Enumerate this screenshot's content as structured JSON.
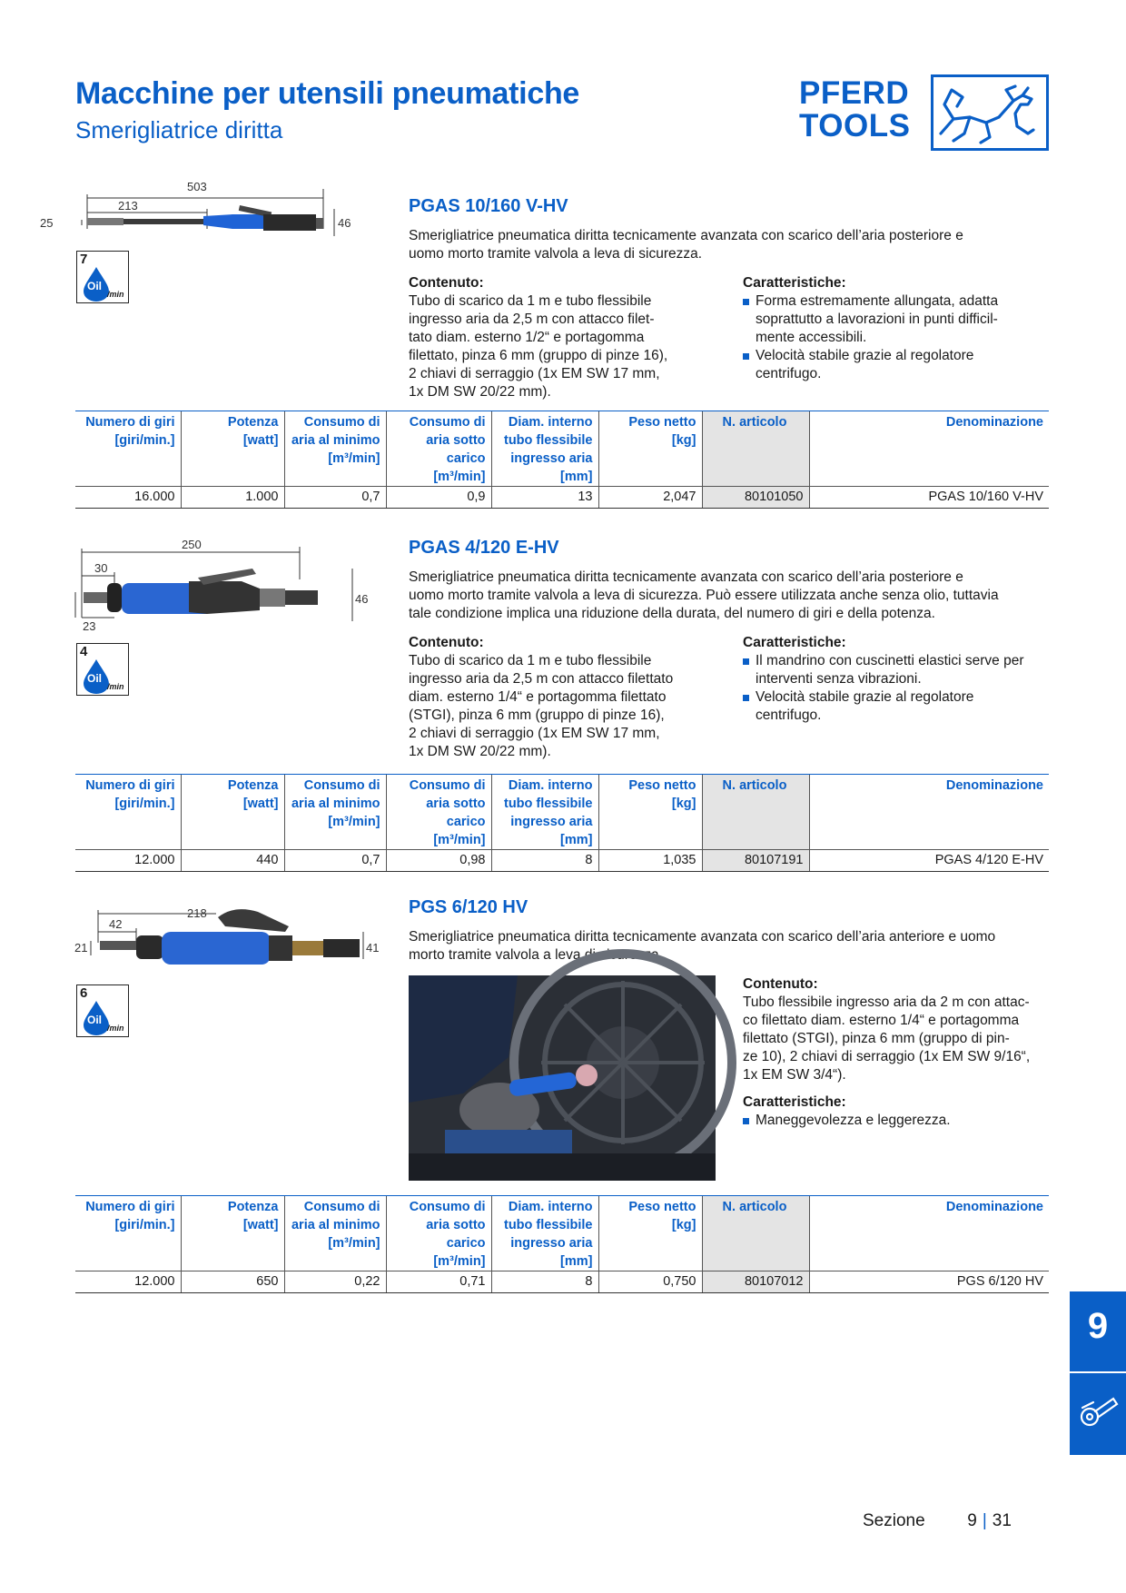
{
  "header": {
    "title": "Macchine per utensili pneumatiche",
    "subtitle": "Smerigliatrice diritta",
    "logo_line1": "PFERD",
    "logo_line2": "TOOLS"
  },
  "table_headers": {
    "rpm": [
      "Numero di giri",
      "[giri/min.]"
    ],
    "power": [
      "Potenza",
      "[watt]"
    ],
    "idle": [
      "Consumo di",
      "aria al minimo",
      "[m³/min]"
    ],
    "load": [
      "Consumo di",
      "aria sotto",
      "carico",
      "[m³/min]"
    ],
    "hose": [
      "Diam. interno",
      "tubo flessibile",
      "ingresso aria",
      "[mm]"
    ],
    "weight": [
      "Peso netto",
      "[kg]"
    ],
    "article": "N. articolo",
    "name": "Denominazione"
  },
  "labels": {
    "contenuto": "Contenuto:",
    "caratteristiche": "Caratteristiche:",
    "oil": "Oil",
    "per_min": "/min"
  },
  "products": [
    {
      "title": "PGAS 10/160 V-HV",
      "oil_drops": "7",
      "dims": {
        "total": "503",
        "front": "213",
        "nose": "25",
        "height": "46"
      },
      "description": [
        "Smerigliatrice pneumatica diritta tecnicamente avanzata con scarico dell’aria posteriore e",
        "uomo morto tramite valvola a leva di sicurezza."
      ],
      "contenuto": [
        "Tubo di scarico da 1 m e tubo flessibile",
        "ingresso aria da 2,5 m con attacco filet-",
        "tato diam. esterno 1/2“ e portagomma",
        "filettato, pinza 6 mm (gruppo di pinze 16),",
        "2 chiavi di serraggio (1x EM SW 17 mm,",
        "1x DM SW 20/22 mm)."
      ],
      "caratteristiche": [
        [
          "Forma estremamente allungata, adatta",
          "soprattutto a lavorazioni in punti difficil-",
          "mente accessibili."
        ],
        [
          "Velocità stabile grazie al regolatore",
          "centrifugo."
        ]
      ],
      "row": {
        "rpm": "16.000",
        "power": "1.000",
        "idle": "0,7",
        "load": "0,9",
        "hose": "13",
        "weight": "2,047",
        "article": "80101050",
        "name": "PGAS 10/160 V-HV"
      }
    },
    {
      "title": "PGAS 4/120 E-HV",
      "oil_drops": "4",
      "dims": {
        "total": "250",
        "front": "30",
        "nose": "23",
        "height": "46"
      },
      "description": [
        "Smerigliatrice pneumatica diritta tecnicamente avanzata con scarico dell’aria posteriore e",
        "uomo morto tramite valvola a leva di sicurezza. Può essere utilizzata anche senza olio, tuttavia",
        "tale condizione implica una riduzione della durata, del numero di giri e della potenza."
      ],
      "contenuto": [
        "Tubo di scarico da 1 m e tubo flessibile",
        "ingresso aria da 2,5 m con attacco filettato",
        "diam. esterno 1/4“ e portagomma filettato",
        "(STGI), pinza 6 mm (gruppo di pinze 16),",
        "2 chiavi di serraggio (1x EM SW 17 mm,",
        "1x DM SW 20/22 mm)."
      ],
      "caratteristiche": [
        [
          "Il mandrino con cuscinetti elastici serve per",
          "interventi senza vibrazioni."
        ],
        [
          "Velocità stabile grazie al regolatore",
          "centrifugo."
        ]
      ],
      "row": {
        "rpm": "12.000",
        "power": "440",
        "idle": "0,7",
        "load": "0,98",
        "hose": "8",
        "weight": "1,035",
        "article": "80107191",
        "name": "PGAS 4/120 E-HV"
      }
    },
    {
      "title": "PGS 6/120 HV",
      "oil_drops": "6",
      "dims": {
        "total": "218",
        "front": "42",
        "nose": "21",
        "height": "41"
      },
      "description": [
        "Smerigliatrice pneumatica diritta tecnicamente avanzata con scarico dell’aria anteriore e uomo",
        "morto tramite valvola a leva di sicurezza."
      ],
      "contenuto": [
        "Tubo flessibile ingresso aria da 2 m con attac-",
        "co filettato diam. esterno 1/4“ e portagomma",
        "filettato (STGI), pinza 6 mm (gruppo di pin-",
        "ze 10), 2 chiavi di serraggio (1x EM SW 9/16“,",
        "1x EM SW 3/4“)."
      ],
      "caratteristiche": [
        [
          "Maneggevolezza e leggerezza."
        ]
      ],
      "row": {
        "rpm": "12.000",
        "power": "650",
        "idle": "0,22",
        "load": "0,71",
        "hose": "8",
        "weight": "0,750",
        "article": "80107012",
        "name": "PGS 6/120 HV"
      }
    }
  ],
  "side_tab": {
    "number": "9"
  },
  "footer": {
    "section_label": "Sezione",
    "section": "9",
    "page": "31"
  },
  "colors": {
    "brand_blue": "#0a5fc7",
    "shade": "#e4e4e4"
  },
  "icons": [
    "pferd-horse-logo-icon",
    "oil-drop-icon",
    "angle-grinder-icon",
    "bullet-square-icon"
  ]
}
